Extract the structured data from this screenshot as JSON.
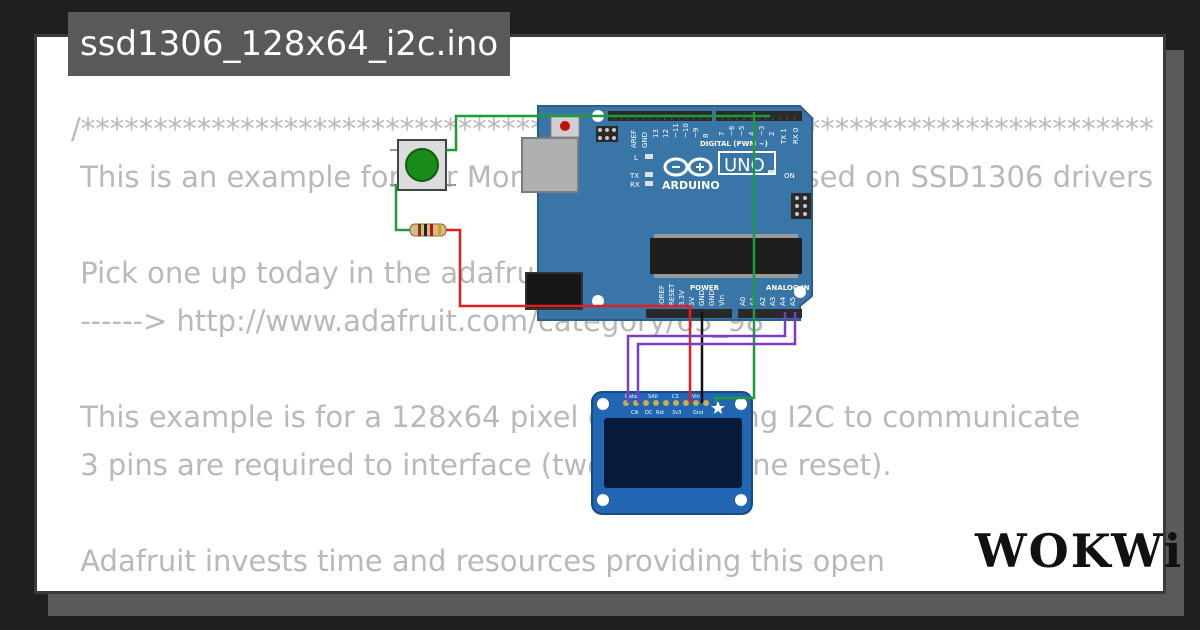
{
  "filename": "ssd1306_128x64_i2c.ino",
  "code_lines": [
    "/**************************************************************************",
    " This is an example for our Monochrome OLEDs based on SSD1306 drivers",
    "",
    " Pick one up today in the adafruit shop!",
    " ------> http://www.adafruit.com/category/63_98",
    "",
    " This example is for a 128x64 pixel display using I2C to communicate",
    " 3 pins are required to interface (two I2C and one reset).",
    "",
    " Adafruit invests time and resources providing this open"
  ],
  "brand": "WOKWi",
  "arduino": {
    "model": "UNO",
    "brand": "ARDUINO",
    "digital_label": "DIGITAL (PWM ~)",
    "power_label": "POWER",
    "analog_label": "ANALOG IN",
    "on_label": "ON",
    "led_labels": [
      "L",
      "TX",
      "RX"
    ],
    "top_pins": [
      "AREF",
      "GND",
      "13",
      "12",
      "~11",
      "~10",
      "~9",
      "8",
      "7",
      "~6",
      "~5",
      "4",
      "~3",
      "2",
      "TX 1",
      "RX 0"
    ],
    "power_pins": [
      "IOREF",
      "RESET",
      "3.3V",
      "5V",
      "GND",
      "GND",
      "Vin"
    ],
    "analog_pins": [
      "A0",
      "A1",
      "A2",
      "A3",
      "A4",
      "A5"
    ]
  },
  "oled": {
    "top_labels": [
      "Data",
      "SA0",
      "CS",
      "Vin"
    ],
    "bottom_labels": [
      "Clk",
      "DC",
      "Rst",
      "3v3",
      "Gnd"
    ]
  },
  "colors": {
    "background": "#1f1f1f",
    "board": "#3a75a8",
    "oled_board": "#2166b3",
    "wire_green": "#1f9a3a",
    "wire_red": "#e02020",
    "wire_purple": "#7a3cc0",
    "wire_black": "#111111"
  }
}
